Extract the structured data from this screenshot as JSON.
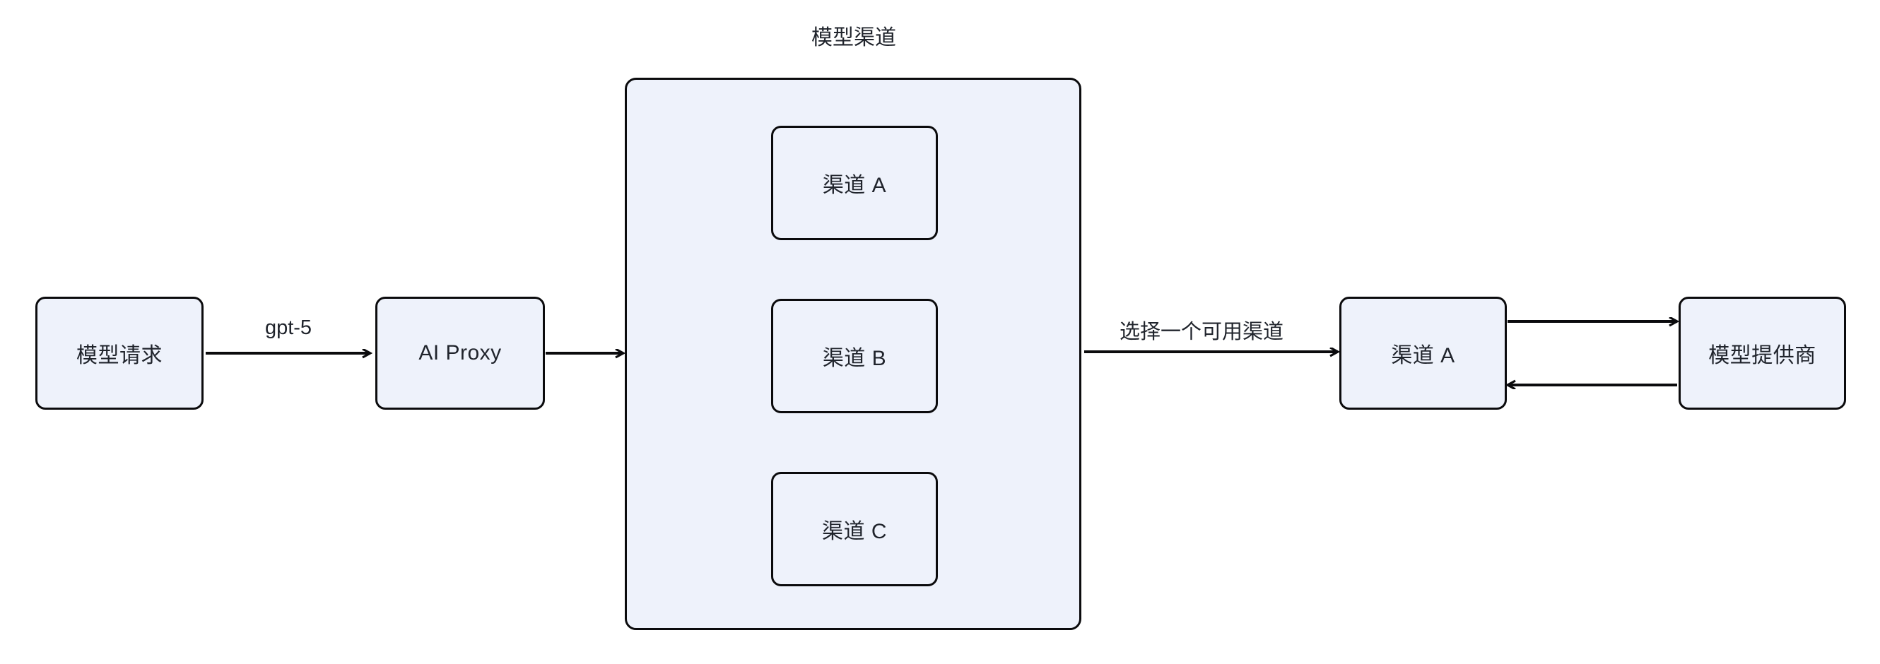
{
  "diagram": {
    "title_visible": false,
    "colors": {
      "node_fill": "#eef2fb",
      "node_stroke": "#0b0b0d",
      "text": "#20242c",
      "edge_stroke": "#0b0b0d",
      "background": "#ffffff"
    },
    "cluster": {
      "label": "模型渠道",
      "children": [
        {
          "label": "渠道 A"
        },
        {
          "label": "渠道 B"
        },
        {
          "label": "渠道 C"
        }
      ]
    },
    "nodes": [
      {
        "id": "request",
        "label": "模型请求"
      },
      {
        "id": "proxy",
        "label": "AI Proxy"
      },
      {
        "id": "channelA",
        "label": "渠道 A"
      },
      {
        "id": "channelB",
        "label": "渠道 B"
      },
      {
        "id": "channelC",
        "label": "渠道 C"
      },
      {
        "id": "selected",
        "label": "渠道 A"
      },
      {
        "id": "provider",
        "label": "模型提供商"
      }
    ],
    "edges": [
      {
        "from": "request",
        "to": "proxy",
        "label": "gpt-5",
        "direction": "forward"
      },
      {
        "from": "proxy",
        "to": "cluster",
        "label": "",
        "direction": "forward"
      },
      {
        "from": "cluster",
        "to": "selected",
        "label": "选择一个可用渠道",
        "direction": "forward"
      },
      {
        "from": "selected",
        "to": "provider",
        "label": "",
        "direction": "forward"
      },
      {
        "from": "provider",
        "to": "selected",
        "label": "",
        "direction": "forward"
      }
    ]
  }
}
